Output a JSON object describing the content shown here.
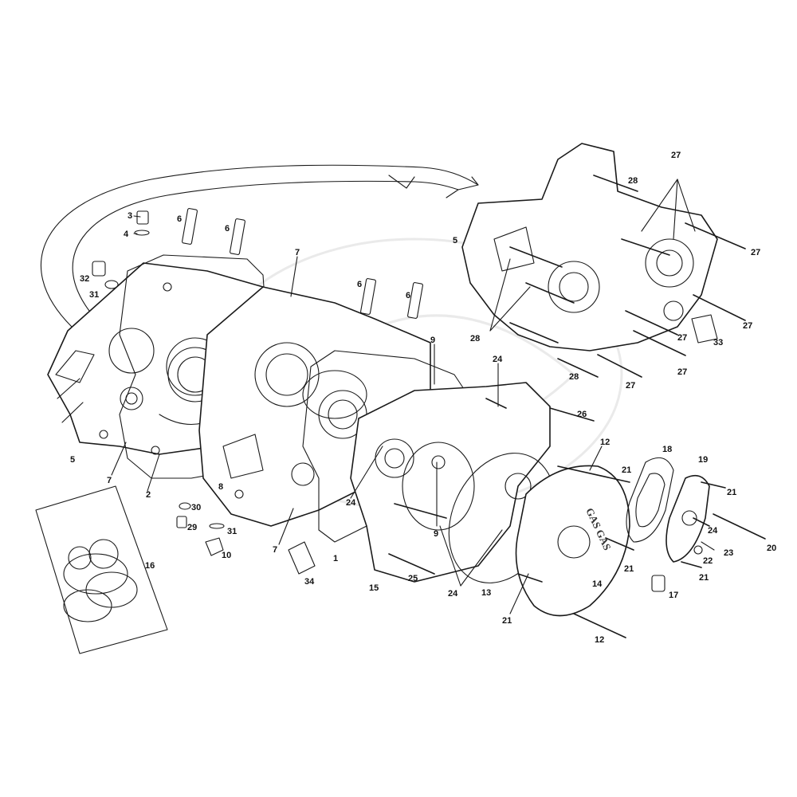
{
  "diagram": {
    "callouts": [
      {
        "id": "c3",
        "text": "3"
      },
      {
        "id": "c4",
        "text": "4"
      },
      {
        "id": "c32",
        "text": "32"
      },
      {
        "id": "c31a",
        "text": "31"
      },
      {
        "id": "c6a",
        "text": "6"
      },
      {
        "id": "c6b",
        "text": "6"
      },
      {
        "id": "c7a",
        "text": "7"
      },
      {
        "id": "c6c",
        "text": "6"
      },
      {
        "id": "c6d",
        "text": "6"
      },
      {
        "id": "c9a",
        "text": "9"
      },
      {
        "id": "c24a",
        "text": "24"
      },
      {
        "id": "c5a",
        "text": "5"
      },
      {
        "id": "c7b",
        "text": "7"
      },
      {
        "id": "c2",
        "text": "2"
      },
      {
        "id": "c8",
        "text": "8"
      },
      {
        "id": "c30",
        "text": "30"
      },
      {
        "id": "c29",
        "text": "29"
      },
      {
        "id": "c31b",
        "text": "31"
      },
      {
        "id": "c10",
        "text": "10"
      },
      {
        "id": "c7c",
        "text": "7"
      },
      {
        "id": "c1",
        "text": "1"
      },
      {
        "id": "c34",
        "text": "34"
      },
      {
        "id": "c16",
        "text": "16"
      },
      {
        "id": "c24b",
        "text": "24"
      },
      {
        "id": "c9b",
        "text": "9"
      },
      {
        "id": "c15",
        "text": "15"
      },
      {
        "id": "c25",
        "text": "25"
      },
      {
        "id": "c24c",
        "text": "24"
      },
      {
        "id": "c13",
        "text": "13"
      },
      {
        "id": "c26",
        "text": "26"
      },
      {
        "id": "c12a",
        "text": "12"
      },
      {
        "id": "c21a",
        "text": "21"
      },
      {
        "id": "c21b",
        "text": "21"
      },
      {
        "id": "c14",
        "text": "14"
      },
      {
        "id": "c21c",
        "text": "21"
      },
      {
        "id": "c12b",
        "text": "12"
      },
      {
        "id": "c18",
        "text": "18"
      },
      {
        "id": "c19",
        "text": "19"
      },
      {
        "id": "c21d",
        "text": "21"
      },
      {
        "id": "c24d",
        "text": "24"
      },
      {
        "id": "c20",
        "text": "20"
      },
      {
        "id": "c23",
        "text": "23"
      },
      {
        "id": "c22",
        "text": "22"
      },
      {
        "id": "c21e",
        "text": "21"
      },
      {
        "id": "c17",
        "text": "17"
      },
      {
        "id": "c27a",
        "text": "27"
      },
      {
        "id": "c28a",
        "text": "28"
      },
      {
        "id": "c5b",
        "text": "5"
      },
      {
        "id": "c27b",
        "text": "27"
      },
      {
        "id": "c28b",
        "text": "28"
      },
      {
        "id": "c27c",
        "text": "27"
      },
      {
        "id": "c33",
        "text": "33"
      },
      {
        "id": "c27d",
        "text": "27"
      },
      {
        "id": "c28c",
        "text": "28"
      },
      {
        "id": "c27e",
        "text": "27"
      },
      {
        "id": "c27f",
        "text": "27"
      }
    ],
    "cover_logo": "GAS GAS",
    "colors": {
      "ink": "#1a1a1a",
      "paper": "#ffffff",
      "watermark": "#dcdcdc"
    }
  }
}
